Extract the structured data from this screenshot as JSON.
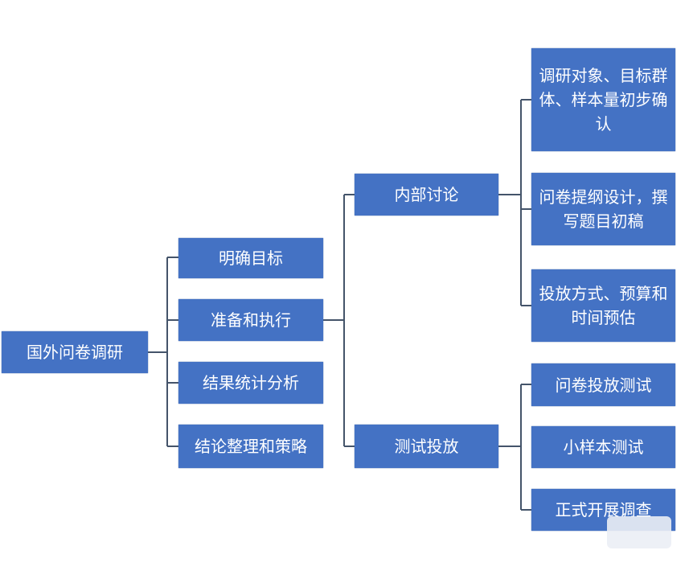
{
  "root": "国外问卷调研",
  "level1": [
    "明确目标",
    "准备和执行",
    "结果统计分析",
    "结论整理和策略"
  ],
  "level2": [
    "内部讨论",
    "测试投放"
  ],
  "level3_discussion": [
    "调研对象、目标群体、样本量初步确认",
    "问卷提纲设计，撰写题目初稿",
    "投放方式、预算和时间预估"
  ],
  "level3_testing": [
    "问卷投放测试",
    "小样本测试",
    "正式开展调查"
  ],
  "colors": {
    "box": "#4472C4",
    "line": "#44546A"
  }
}
